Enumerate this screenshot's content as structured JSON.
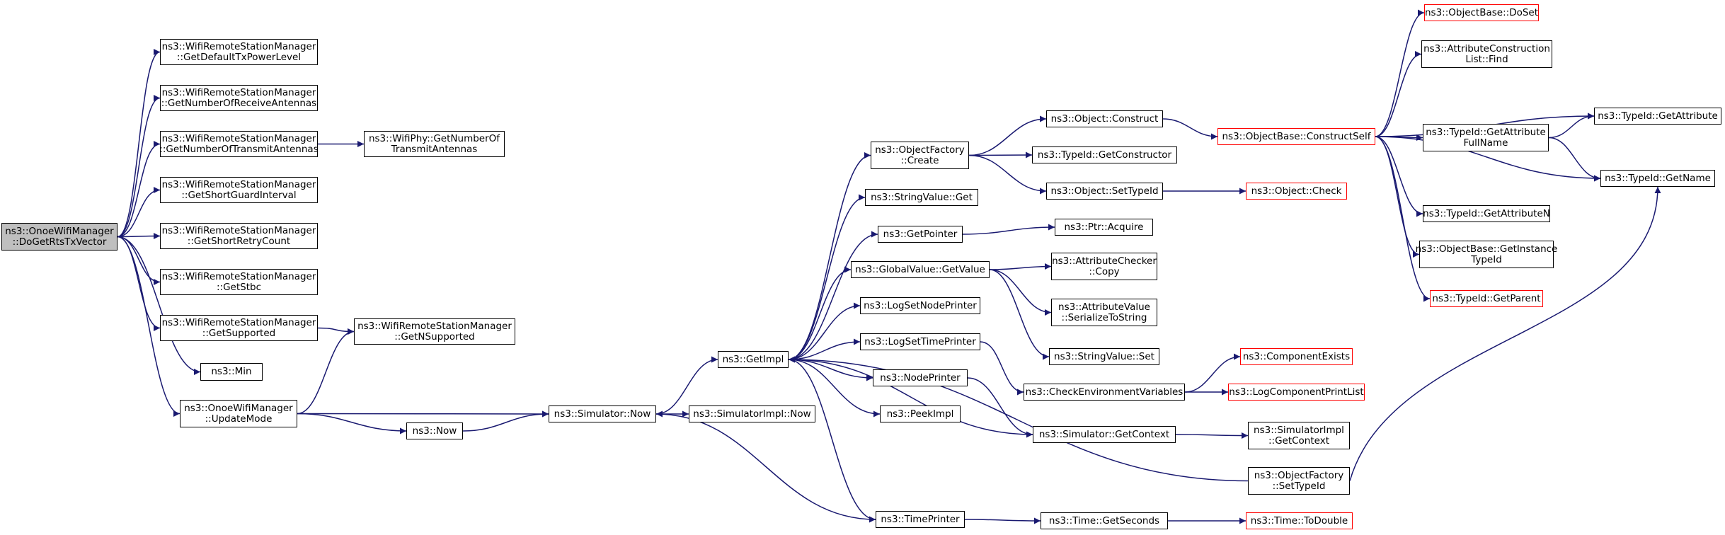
{
  "colors": {
    "edge": "#191970",
    "border": "#000000",
    "truncated_border": "#ff0000",
    "root_fill": "#bfbfbf",
    "node_fill": "#ffffff"
  },
  "nodes": {
    "root": {
      "lines": [
        "ns3::OnoeWifiManager",
        "::DoGetRtsTxVector"
      ]
    },
    "getDefTx": {
      "lines": [
        "ns3::WifiRemoteStationManager",
        "::GetDefaultTxPowerLevel"
      ]
    },
    "getNumRx": {
      "lines": [
        "ns3::WifiRemoteStationManager",
        "::GetNumberOfReceiveAntennas"
      ]
    },
    "getNumTx": {
      "lines": [
        "ns3::WifiRemoteStationManager",
        "::GetNumberOfTransmitAntennas"
      ]
    },
    "phyNumTx": {
      "lines": [
        "ns3::WifiPhy::GetNumberOf",
        "TransmitAntennas"
      ]
    },
    "shortGI": {
      "lines": [
        "ns3::WifiRemoteStationManager",
        "::GetShortGuardInterval"
      ]
    },
    "shortRetry": {
      "lines": [
        "ns3::WifiRemoteStationManager",
        "::GetShortRetryCount"
      ]
    },
    "stbc": {
      "lines": [
        "ns3::WifiRemoteStationManager",
        "::GetStbc"
      ]
    },
    "supported": {
      "lines": [
        "ns3::WifiRemoteStationManager",
        "::GetSupported"
      ]
    },
    "nSupported": {
      "lines": [
        "ns3::WifiRemoteStationManager",
        "::GetNSupported"
      ]
    },
    "min": {
      "lines": [
        "ns3::Min"
      ]
    },
    "updateMode": {
      "lines": [
        "ns3::OnoeWifiManager",
        "::UpdateMode"
      ]
    },
    "now": {
      "lines": [
        "ns3::Now"
      ]
    },
    "simNow": {
      "lines": [
        "ns3::Simulator::Now"
      ]
    },
    "simImplNow": {
      "lines": [
        "ns3::SimulatorImpl::Now"
      ]
    },
    "getImpl": {
      "lines": [
        "ns3::GetImpl"
      ]
    },
    "ofCreate": {
      "lines": [
        "ns3::ObjectFactory",
        "::Create"
      ]
    },
    "strGet": {
      "lines": [
        "ns3::StringValue::Get"
      ]
    },
    "getPointer": {
      "lines": [
        "ns3::GetPointer"
      ]
    },
    "gvGetValue": {
      "lines": [
        "ns3::GlobalValue::GetValue"
      ]
    },
    "logNode": {
      "lines": [
        "ns3::LogSetNodePrinter"
      ]
    },
    "logTime": {
      "lines": [
        "ns3::LogSetTimePrinter"
      ]
    },
    "nodePrinter": {
      "lines": [
        "ns3::NodePrinter"
      ]
    },
    "peekImpl": {
      "lines": [
        "ns3::PeekImpl"
      ]
    },
    "timePrinter": {
      "lines": [
        "ns3::TimePrinter"
      ]
    },
    "objConstruct": {
      "lines": [
        "ns3::Object::Construct"
      ]
    },
    "tidGetCtor": {
      "lines": [
        "ns3::TypeId::GetConstructor"
      ]
    },
    "objSetTid": {
      "lines": [
        "ns3::Object::SetTypeId"
      ]
    },
    "ptrAcquire": {
      "lines": [
        "ns3::Ptr::Acquire"
      ]
    },
    "acCopy": {
      "lines": [
        "ns3::AttributeChecker",
        "::Copy"
      ]
    },
    "avSer": {
      "lines": [
        "ns3::AttributeValue",
        "::SerializeToString"
      ]
    },
    "strSet": {
      "lines": [
        "ns3::StringValue::Set"
      ]
    },
    "checkEnv": {
      "lines": [
        "ns3::CheckEnvironmentVariables"
      ]
    },
    "simGetCtx": {
      "lines": [
        "ns3::Simulator::GetContext"
      ]
    },
    "timeGetSec": {
      "lines": [
        "ns3::Time::GetSeconds"
      ]
    },
    "obConstructSelf": {
      "lines": [
        "ns3::ObjectBase::ConstructSelf"
      ]
    },
    "objCheck": {
      "lines": [
        "ns3::Object::Check"
      ]
    },
    "compExists": {
      "lines": [
        "ns3::ComponentExists"
      ]
    },
    "logCompPrint": {
      "lines": [
        "ns3::LogComponentPrintList"
      ]
    },
    "simImplGetCtx": {
      "lines": [
        "ns3::SimulatorImpl",
        "::GetContext"
      ]
    },
    "ofSetTid": {
      "lines": [
        "ns3::ObjectFactory",
        "::SetTypeId"
      ]
    },
    "timeToDouble": {
      "lines": [
        "ns3::Time::ToDouble"
      ]
    },
    "obDoSet": {
      "lines": [
        "ns3::ObjectBase::DoSet"
      ]
    },
    "acListFind": {
      "lines": [
        "ns3::AttributeConstruction",
        "List::Find"
      ]
    },
    "tidGetAttrFull": {
      "lines": [
        "ns3::TypeId::GetAttribute",
        "FullName"
      ]
    },
    "tidGetAttrN": {
      "lines": [
        "ns3::TypeId::GetAttributeN"
      ]
    },
    "obGetInstTid": {
      "lines": [
        "ns3::ObjectBase::GetInstance",
        "TypeId"
      ]
    },
    "tidGetParent": {
      "lines": [
        "ns3::TypeId::GetParent"
      ]
    },
    "tidGetAttr": {
      "lines": [
        "ns3::TypeId::GetAttribute"
      ]
    },
    "tidGetName": {
      "lines": [
        "ns3::TypeId::GetName"
      ]
    }
  }
}
